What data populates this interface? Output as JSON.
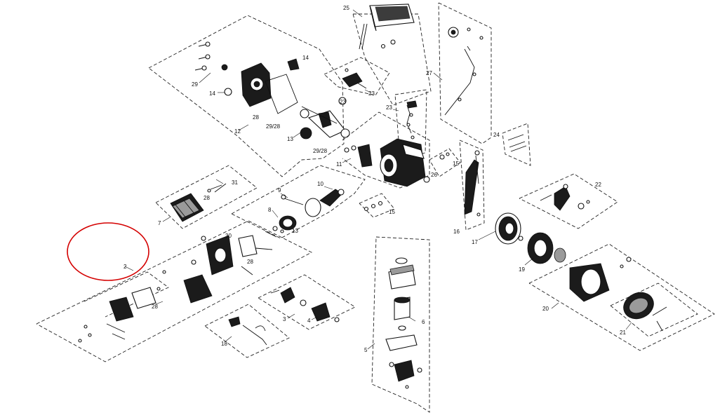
{
  "diagram": {
    "callouts": {
      "n2": "2",
      "n3": "3",
      "n4": "4",
      "n5": "5",
      "n6": "6",
      "n7": "7",
      "n8": "8",
      "n9": "9",
      "n10": "10",
      "n11": "11",
      "n12": "12",
      "n13a": "13",
      "n13b": "13",
      "n14a": "14",
      "n14b": "14",
      "n15a": "15",
      "n15b": "15",
      "n16": "16",
      "n17": "17",
      "n18": "18",
      "n19": "19",
      "n20": "20",
      "n21": "21",
      "n22": "22",
      "n23a": "23",
      "n23b": "23",
      "n23c": "23",
      "n24": "24",
      "n25": "25",
      "n26": "26",
      "n27": "27",
      "n28a": "28",
      "n28b": "28",
      "n28c": "28",
      "n28d": "28",
      "n29": "29",
      "n30": "30",
      "n31": "31",
      "n2928a": "29/28",
      "n2928b": "29/28"
    },
    "highlight_color": "#d40000"
  }
}
